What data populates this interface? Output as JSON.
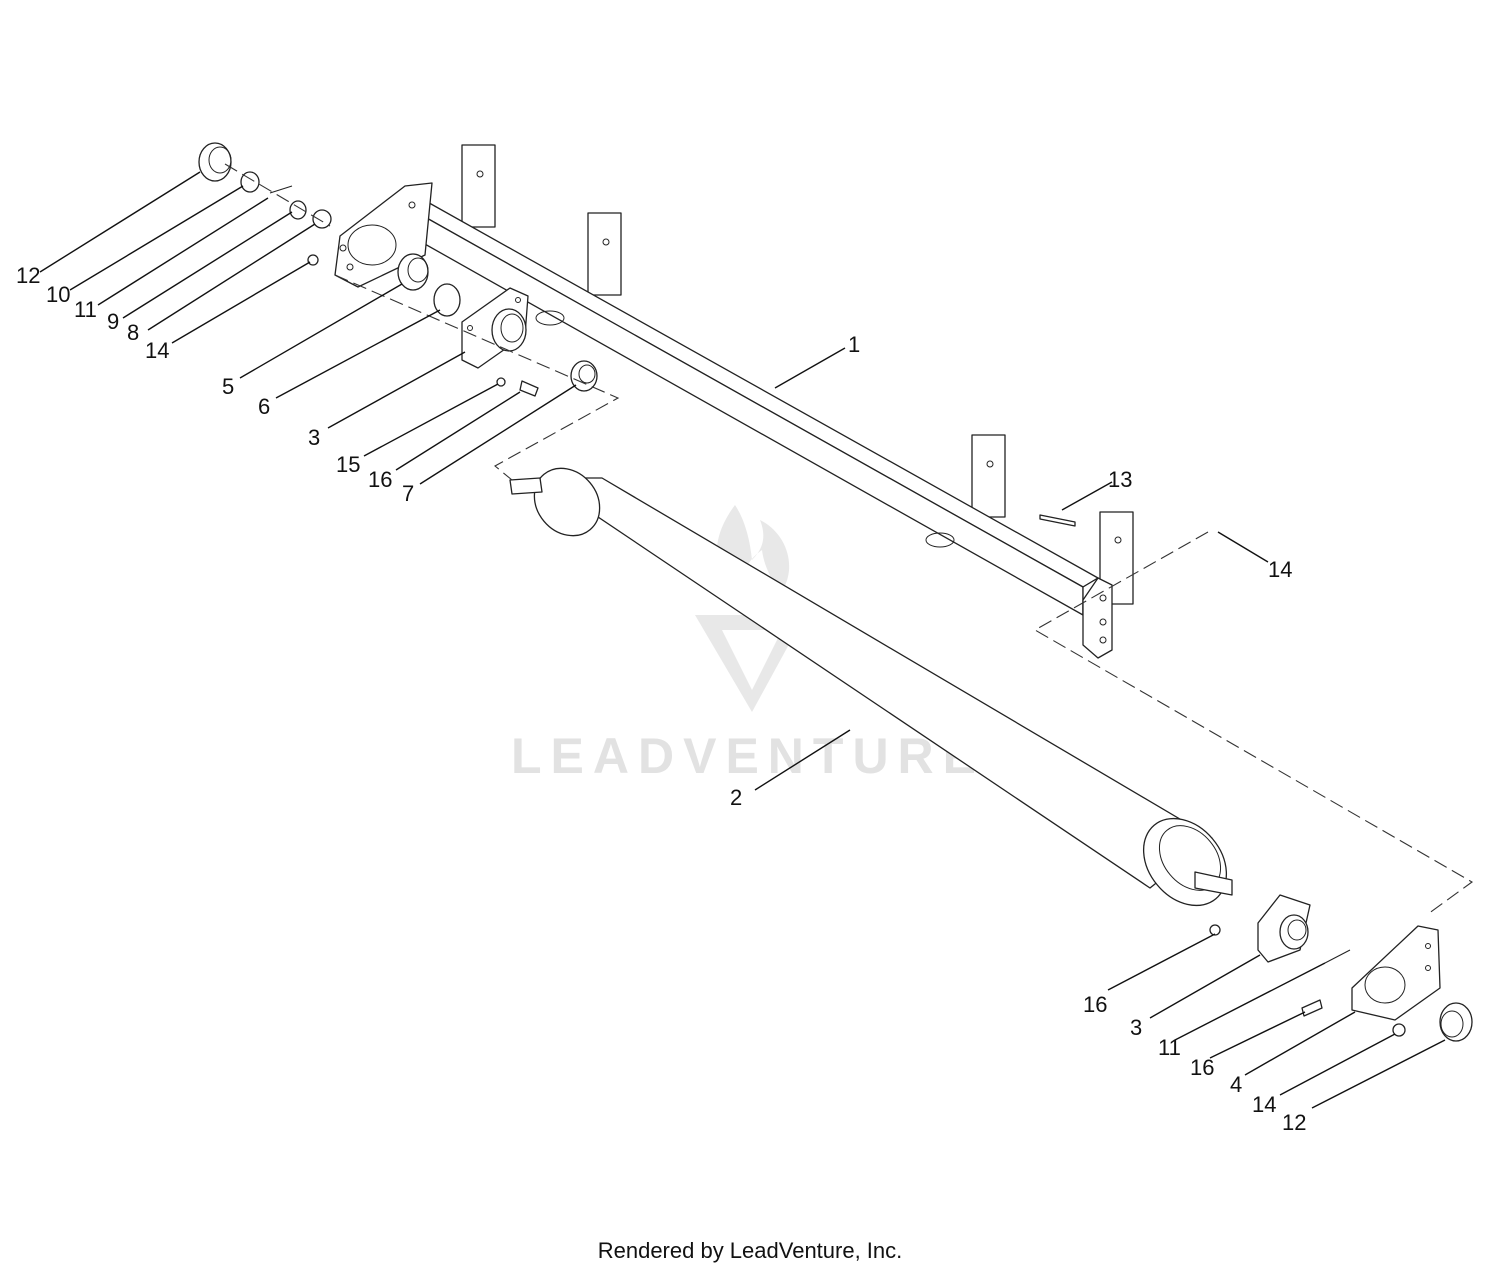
{
  "callouts": {
    "c1": "1",
    "c2": "2",
    "c3a": "3",
    "c3b": "3",
    "c4": "4",
    "c5": "5",
    "c6": "6",
    "c7": "7",
    "c8": "8",
    "c9": "9",
    "c10": "10",
    "c11a": "11",
    "c11b": "11",
    "c12a": "12",
    "c12b": "12",
    "c13": "13",
    "c14a": "14",
    "c14b": "14",
    "c14c": "14",
    "c15": "15",
    "c16a": "16",
    "c16b": "16",
    "c16c": "16"
  },
  "watermark": {
    "text": "LEADVENTURE"
  },
  "footer": {
    "text": "Rendered by LeadVenture, Inc."
  }
}
